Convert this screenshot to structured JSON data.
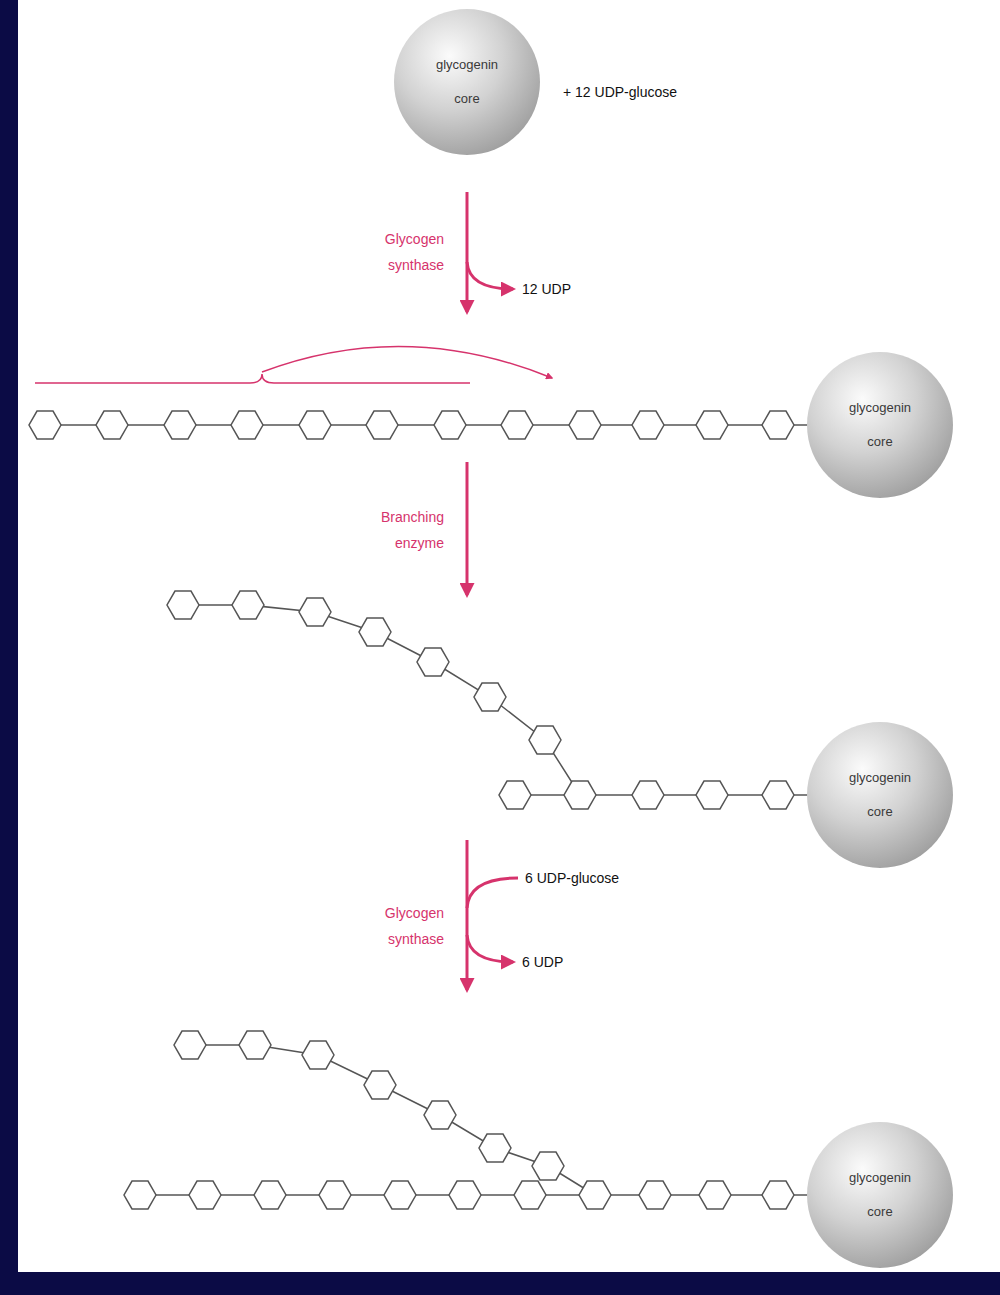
{
  "diagram": {
    "nodes": [
      {
        "text": [
          "glycogenin core"
        ]
      },
      {
        "text": [
          "glycogenin core"
        ]
      },
      {
        "text": [
          "glycogenin core"
        ]
      },
      {
        "text": [
          "glycogenin core"
        ]
      }
    ],
    "labels": [
      "+ 12 UDP-glucose",
      "Glycogen synthase",
      "12 UDP",
      "Branching enzyme",
      "6 UDP-glucose",
      "Glycogen synthase",
      "6 UDP"
    ]
  }
}
